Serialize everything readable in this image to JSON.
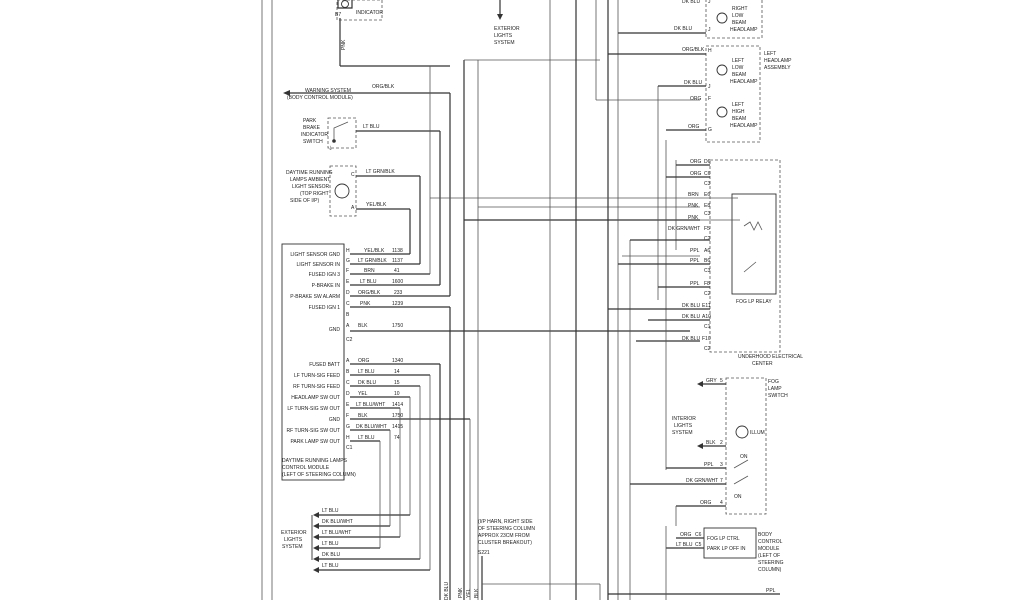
{
  "top": {
    "indicator": "INDICATOR",
    "pnk_left": "PNK",
    "exterior_lights": [
      "EXTERIOR",
      "LIGHTS",
      "SYSTEM"
    ]
  },
  "left_upper": {
    "warning_system": [
      "WARNING SYSTEM",
      "(BODY CONTROL MODULE)"
    ],
    "warning_wire": "ORG/BLK",
    "park_brake": [
      "PARK",
      "BRAKE",
      "INDICATOR",
      "SWITCH"
    ],
    "park_brake_wire": "LT BLU",
    "sensor": [
      "DAYTIME RUNNING",
      "LAMPS AMBIENT",
      "LIGHT SENSOR",
      "(TOP RIGHT",
      "SIDE OF I/P)"
    ],
    "sensor_wires": [
      "LT GRN/BLK",
      "YEL/BLK"
    ],
    "sensor_pins": [
      "C",
      "A"
    ]
  },
  "drl_module": {
    "rows_c2": [
      {
        "label": "LIGHT SENSOR GND",
        "pin": "H",
        "wire": "YEL/BLK",
        "circuit": "1138"
      },
      {
        "label": "LIGHT SENSOR IN",
        "pin": "G",
        "wire": "LT GRN/BLK",
        "circuit": "1137"
      },
      {
        "label": "FUSED IGN 3",
        "pin": "F",
        "wire": "BRN",
        "circuit": "41"
      },
      {
        "label": "P-BRAKE IN",
        "pin": "E",
        "wire": "LT BLU",
        "circuit": "1600"
      },
      {
        "label": "P-BRAKE SW ALARM",
        "pin": "D",
        "wire": "ORG/BLK",
        "circuit": "233"
      },
      {
        "label": "FUSED IGN 1",
        "pin": "C",
        "wire": "PNK",
        "circuit": "1239"
      },
      {
        "label": "",
        "pin": "B",
        "wire": "",
        "circuit": ""
      },
      {
        "label": "GND",
        "pin": "A",
        "wire": "BLK",
        "circuit": "1750"
      }
    ],
    "c2": "C2",
    "rows_c1": [
      {
        "label": "FUSED BATT",
        "pin": "A",
        "wire": "ORG",
        "circuit": "1340"
      },
      {
        "label": "LF TURN-SIG FEED",
        "pin": "B",
        "wire": "LT BLU",
        "circuit": "14"
      },
      {
        "label": "RF TURN-SIG FEED",
        "pin": "C",
        "wire": "DK BLU",
        "circuit": "15"
      },
      {
        "label": "HEADLAMP SW OUT",
        "pin": "D",
        "wire": "YEL",
        "circuit": "10"
      },
      {
        "label": "LF TURN-SIG SW OUT",
        "pin": "E",
        "wire": "LT BLU/WHT",
        "circuit": "1414"
      },
      {
        "label": "GND",
        "pin": "F",
        "wire": "BLK",
        "circuit": "1750"
      },
      {
        "label": "RF TURN-SIG SW OUT",
        "pin": "G",
        "wire": "DK BLU/WHT",
        "circuit": "1415"
      },
      {
        "label": "PARK LAMP SW OUT",
        "pin": "H",
        "wire": "LT BLU",
        "circuit": "74"
      }
    ],
    "c1": "C1",
    "title": [
      "DAYTIME RUNNING LAMPS",
      "CONTROL MODULE",
      "(LEFT OF STEERING COLUMN)"
    ]
  },
  "exterior_bottom": {
    "label": [
      "EXTERIOR",
      "LIGHTS",
      "SYSTEM"
    ],
    "wires": [
      "LT BLU",
      "DK BLU/WHT",
      "LT BLU/WHT",
      "LT BLU",
      "DK BLU",
      "LT BLU"
    ]
  },
  "splice": {
    "text": [
      "(I/P HARN, RIGHT SIDE",
      "OF STEERING COLUMN",
      "APPROX 23CM FROM",
      "CLUSTER BREAKOUT)",
      "S221"
    ],
    "vert_wires": [
      "DK BLU",
      "PNK",
      "YEL",
      "BLK"
    ]
  },
  "headlamps": {
    "right_low": {
      "wire": "DK BLU",
      "pin": "J",
      "label": [
        "RIGHT",
        "LOW",
        "BEAM",
        "HEADLAMP"
      ]
    },
    "left_assembly": [
      "LEFT",
      "HEADLAMP",
      "ASSEMBLY"
    ],
    "left_low": {
      "wire": "ORG/BLK",
      "pin": "H",
      "label": [
        "LEFT",
        "LOW",
        "BEAM",
        "HEADLAMP"
      ]
    },
    "left_high_wires": [
      {
        "wire": "DK BLU",
        "pin": "J"
      },
      {
        "wire": "ORG",
        "pin": "F"
      }
    ],
    "left_high": [
      "LEFT",
      "HIGH",
      "BEAM",
      "HEADLAMP"
    ],
    "org_g": {
      "wire": "ORG",
      "pin": "G"
    }
  },
  "underhood": {
    "rows": [
      {
        "wire": "ORG",
        "pin": "D6",
        "conn": "C3"
      },
      {
        "wire": "ORG",
        "pin": "C6",
        "conn": "C3"
      },
      {
        "wire": "BRN",
        "pin": "E6",
        "conn": "C3"
      },
      {
        "wire": "PNK",
        "pin": "E8",
        "conn": "C3"
      },
      {
        "wire": "PNK",
        "pin": "",
        "conn": ""
      },
      {
        "wire": "DK GRN/WHT",
        "pin": "F5",
        "conn": "C2"
      },
      {
        "wire": "PPL",
        "pin": "A6",
        "conn": "C3"
      },
      {
        "wire": "PPL",
        "pin": "B6",
        "conn": "C3"
      },
      {
        "wire": "PPL",
        "pin": "F8",
        "conn": "C2"
      },
      {
        "wire": "DK BLU",
        "pin": "E11",
        "conn": "C1"
      },
      {
        "wire": "DK BLU",
        "pin": "A10",
        "conn": "C1"
      },
      {
        "wire": "DK BLU",
        "pin": "F10",
        "conn": "C2"
      }
    ],
    "relay": "FOG LP RELAY",
    "title": [
      "UNDERHOOD ELECTRICAL",
      "CENTER"
    ]
  },
  "fog_switch": {
    "interior": [
      "INTERIOR",
      "LIGHTS",
      "SYSTEM"
    ],
    "label": [
      "FOG",
      "LAMP",
      "SWITCH"
    ],
    "illum": "ILLUM",
    "rows": [
      {
        "wire": "GRY",
        "pin": "5"
      },
      {
        "wire": "BLK",
        "pin": "2"
      },
      {
        "wire": "PPL",
        "pin": "3"
      },
      {
        "wire": "DK GRN/WHT",
        "pin": "7"
      },
      {
        "wire": "ORG",
        "pin": "4"
      }
    ],
    "on1": "ON",
    "on2": "ON"
  },
  "bcm": {
    "rows": [
      {
        "wire": "ORG",
        "pin": "C6"
      },
      {
        "wire": "LT BLU",
        "pin": "C5"
      }
    ],
    "inner": [
      "FOG LP CTRL",
      "PARK LP OFF IN"
    ],
    "label": [
      "BODY",
      "CONTROL",
      "MODULE",
      "(LEFT OF",
      "STEERING",
      "COLUMN)"
    ],
    "ppl": "PPL"
  }
}
